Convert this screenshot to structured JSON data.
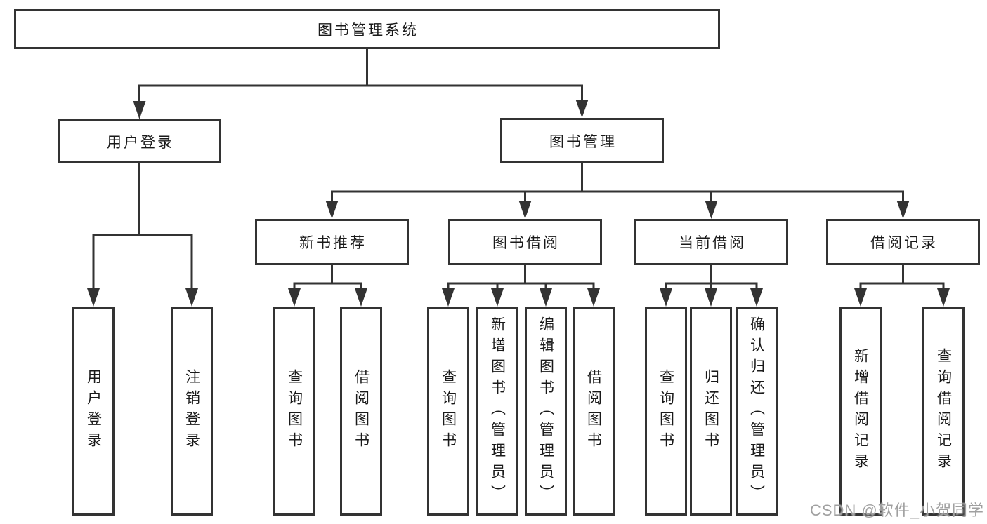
{
  "diagram": {
    "type": "tree",
    "root": {
      "label": "图书管理系统",
      "children": [
        {
          "label": "用户登录",
          "children": [
            {
              "label": "用户登录"
            },
            {
              "label": "注销登录"
            }
          ]
        },
        {
          "label": "图书管理",
          "children": [
            {
              "label": "新书推荐",
              "children": [
                {
                  "label": "查询图书"
                },
                {
                  "label": "借阅图书"
                }
              ]
            },
            {
              "label": "图书借阅",
              "children": [
                {
                  "label": "查询图书"
                },
                {
                  "label": "新增图书（管理员）"
                },
                {
                  "label": "编辑图书（管理员）"
                },
                {
                  "label": "借阅图书"
                }
              ]
            },
            {
              "label": "当前借阅",
              "children": [
                {
                  "label": "查询图书"
                },
                {
                  "label": "归还图书"
                },
                {
                  "label": "确认归还（管理员）"
                }
              ]
            },
            {
              "label": "借阅记录",
              "children": [
                {
                  "label": "新增借阅记录"
                },
                {
                  "label": "查询借阅记录"
                }
              ]
            }
          ]
        }
      ]
    }
  },
  "watermark": {
    "text": "CSDN @软件_小贺同学"
  },
  "colors": {
    "line": "#333333",
    "text": "#1a1a1a",
    "background": "#ffffff",
    "watermark": "#a0a0a0"
  }
}
